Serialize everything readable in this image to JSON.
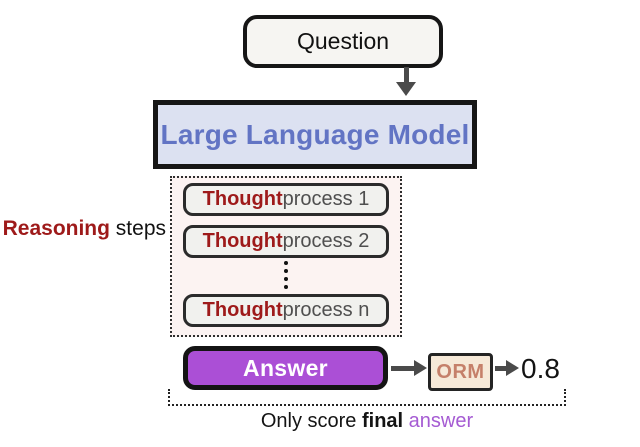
{
  "diagram": {
    "question": {
      "label": "Question"
    },
    "llm": {
      "label": "Large Language Model"
    },
    "reasoning_label": {
      "emphasis": "Reasoning",
      "rest": " steps"
    },
    "thought_steps": [
      {
        "emphasis": "Thought",
        "rest": " process 1"
      },
      {
        "emphasis": "Thought",
        "rest": " process 2"
      },
      {
        "emphasis": "Thought",
        "rest": " process n"
      }
    ],
    "answer": {
      "label": "Answer"
    },
    "orm": {
      "label": "ORM"
    },
    "score": "0.8",
    "caption": {
      "prefix": "Only score ",
      "bold": "final",
      "highlight": " answer"
    }
  },
  "colors": {
    "emphasis_red": "#9e1a1a",
    "llm_text_blue": "#6274c4",
    "llm_fill": "#dce1f1",
    "answer_purple": "#ab4fd6",
    "caption_answer_purple": "#a55bd3",
    "orm_text": "#c5806a",
    "orm_fill": "#f6e9d8",
    "reasoning_container_fill": "#fcf3f2",
    "thought_box_fill": "#f1f1ee",
    "question_box_fill": "#f6f5f2",
    "arrow_gray": "#4a4a4a",
    "border_black": "#161616"
  }
}
